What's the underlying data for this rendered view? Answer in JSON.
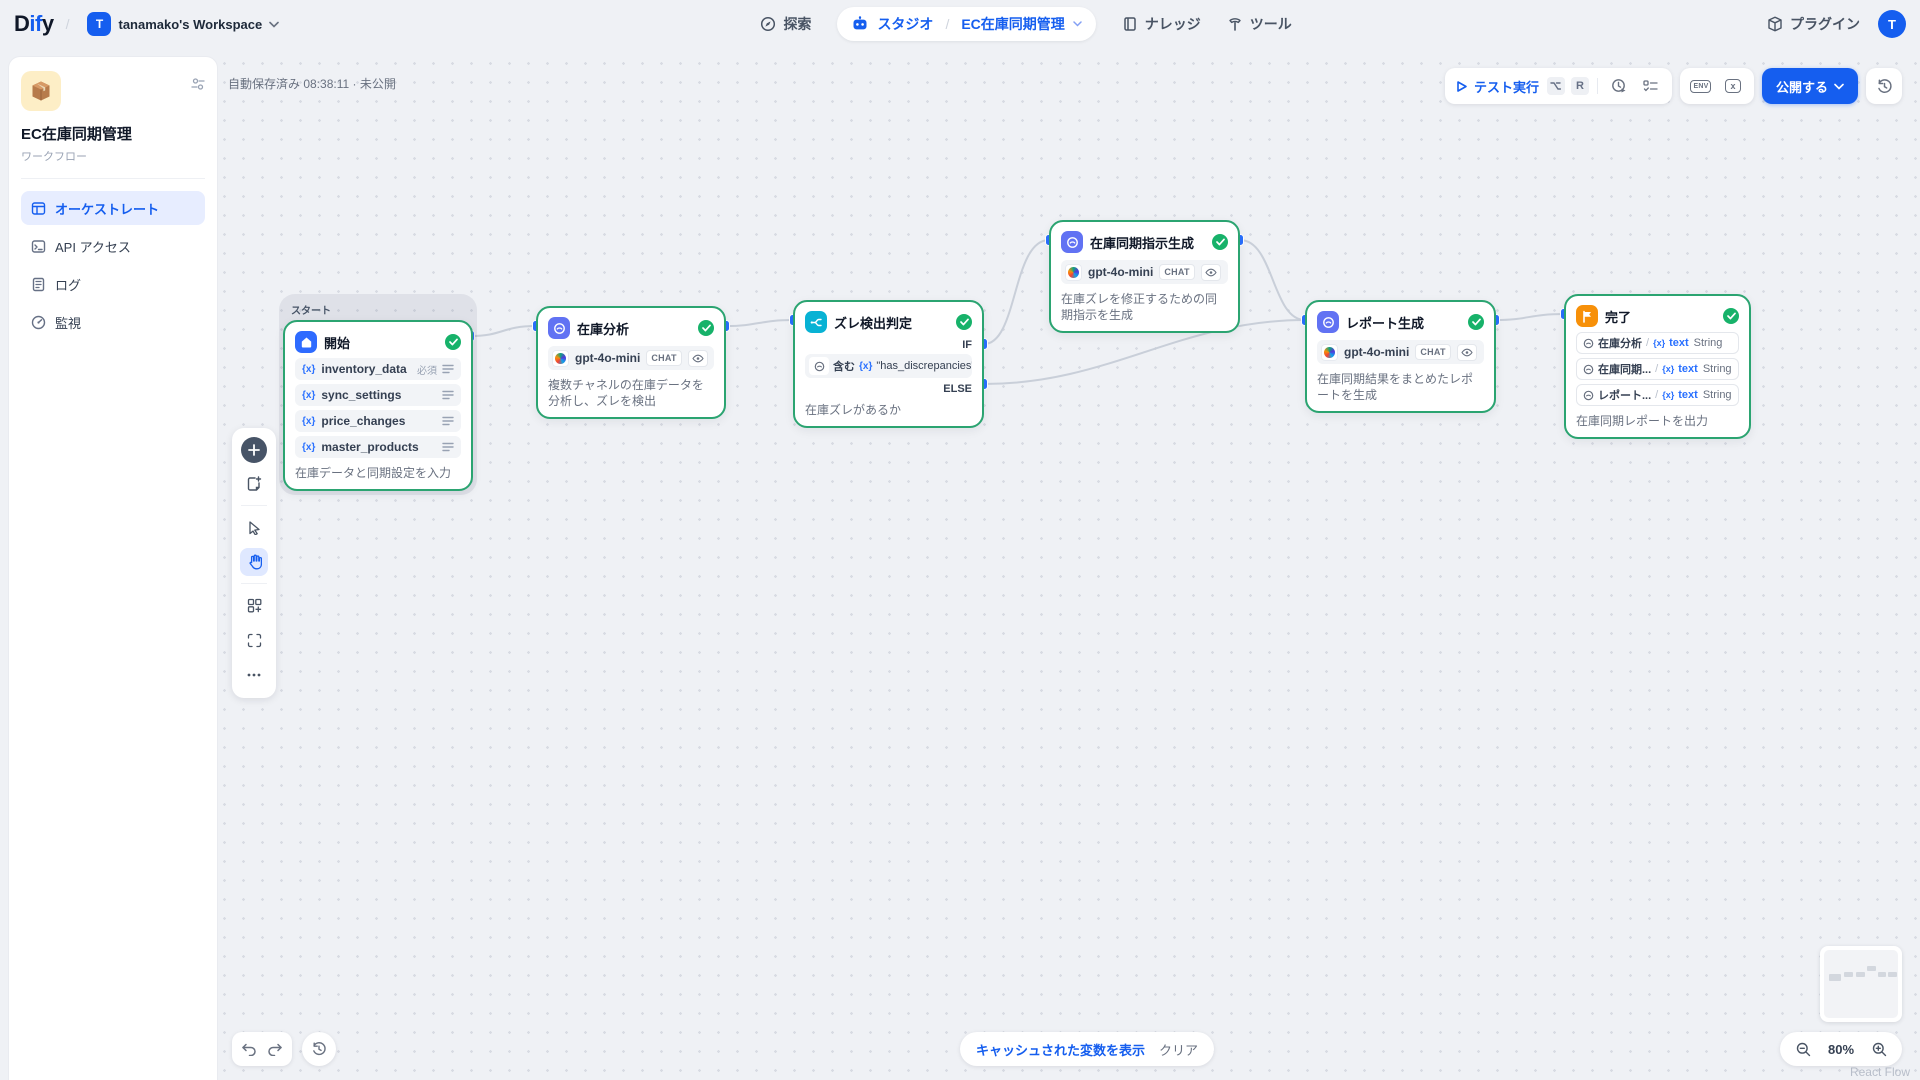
{
  "header": {
    "logo": {
      "d": "D",
      "i_f": "if",
      "y": "y"
    },
    "slash": "/",
    "workspace": {
      "avatar": "T",
      "name": "tanamako's Workspace"
    },
    "nav": {
      "explore": "探索",
      "studio": "スタジオ",
      "app": "EC在庫同期管理",
      "knowledge": "ナレッジ",
      "tools": "ツール",
      "plugins": "プラグイン"
    },
    "user": {
      "avatar": "T"
    }
  },
  "sidebar": {
    "app_name": "EC在庫同期管理",
    "app_type": "ワークフロー",
    "menu": [
      {
        "label": "オーケストレート"
      },
      {
        "label": "API アクセス"
      },
      {
        "label": "ログ"
      },
      {
        "label": "監視"
      }
    ]
  },
  "toolbar": {
    "status": "自動保存済み 08:38:11 · 未公開",
    "run_label": "テスト実行",
    "key_r": "R",
    "env_label": "ENV",
    "var_label": "x",
    "publish_label": "公開する"
  },
  "nodes": {
    "start_group_label": "スタート",
    "var_token": "{x}",
    "start": {
      "title": "開始",
      "fields": [
        {
          "name": "inventory_data",
          "tag": "必須"
        },
        {
          "name": "sync_settings"
        },
        {
          "name": "price_changes"
        },
        {
          "name": "master_products"
        }
      ],
      "caption": "在庫データと同期設定を入力"
    },
    "llm_analysis": {
      "title": "在庫分析",
      "model": "gpt-4o-mini",
      "badge": "CHAT",
      "caption": "複数チャネルの在庫データを分析し、ズレを検出"
    },
    "ifelse": {
      "title": "ズレ検出判定",
      "if_label": "IF",
      "else_label": "ELSE",
      "op": "含む",
      "value": "\"has_discrepancies\": true",
      "caption": "在庫ズレがあるか"
    },
    "llm_sync": {
      "title": "在庫同期指示生成",
      "model": "gpt-4o-mini",
      "badge": "CHAT",
      "caption": "在庫ズレを修正するための同期指示を生成"
    },
    "llm_report": {
      "title": "レポート生成",
      "model": "gpt-4o-mini",
      "badge": "CHAT",
      "caption": "在庫同期結果をまとめたレポートを生成"
    },
    "end": {
      "title": "完了",
      "outputs": [
        {
          "source": "在庫分析",
          "name": "text",
          "type": "String"
        },
        {
          "source": "在庫同期...",
          "name": "text",
          "type": "String"
        },
        {
          "source": "レポート...",
          "name": "text",
          "type": "String"
        }
      ],
      "caption": "在庫同期レポートを出力"
    }
  },
  "bottom": {
    "cached_label": "キャッシュされた変数を表示",
    "clear_label": "クリア",
    "zoom_level": "80%",
    "watermark": "React Flow"
  }
}
